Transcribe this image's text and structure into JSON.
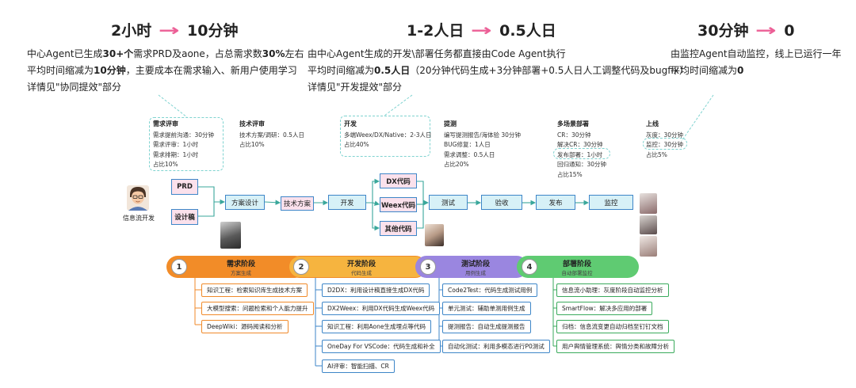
{
  "headers": {
    "h1": {
      "from": "2小时",
      "to": "10分钟"
    },
    "h2": {
      "from": "1-2人日",
      "to": "0.5人日"
    },
    "h3": {
      "from": "30分钟",
      "to": "0"
    }
  },
  "descriptions": {
    "d1": {
      "l1a": "中心Agent已生成",
      "l1b": "30+个",
      "l1c": "需求PRD及aone，占总需求数",
      "l1d": "30%",
      "l1e": "左右",
      "l2a": "平均时间缩减为",
      "l2b": "10分钟",
      "l2c": "，主要成本在需求输入、新用户使用学习",
      "l3": "详情见\"协同提效\"部分"
    },
    "d2": {
      "l1": "由中心Agent生成的开发\\部署任务都直接由Code Agent执行",
      "l2a": "平均时间缩减为",
      "l2b": "0.5人日",
      "l2c": "（20分钟代码生成+3分钟部署+0.5人日人工调整代码及bugfix）",
      "l3": "详情见\"开发提效\"部分"
    },
    "d3": {
      "l1": "由监控Agent自动监控，线上已运行一年",
      "l2a": "平均时间缩减为",
      "l2b": "0"
    }
  },
  "callouts": {
    "req": {
      "title": "需求评审",
      "lines": [
        "需求提前沟通：30分钟",
        "需求评审：1小时",
        "需求排期：1小时",
        "占比10%"
      ]
    },
    "tech": {
      "title": "技术评审",
      "lines": [
        "技术方案/调研：0.5人日",
        "占比10%"
      ]
    },
    "dev": {
      "title": "开发",
      "lines": [
        "多端Weex/DX/Native：2-3人日",
        "占比40%"
      ]
    },
    "test": {
      "title": "提测",
      "lines": [
        "编写提测报告/海体验 30分钟",
        "BUG修复：1人日",
        "需求调整：0.5人日",
        "占比20%"
      ]
    },
    "deploy": {
      "title": "多场景部署",
      "lines": [
        "CR：30分钟",
        "解决CR：30分钟",
        "发布部署：1小时",
        "回归通知：30分钟",
        "占比15%"
      ]
    },
    "online": {
      "title": "上线",
      "lines": [
        "灰度：30分钟",
        "监控：30分钟",
        "占比5%"
      ]
    }
  },
  "flow": {
    "avatar_label": "信息流开发",
    "prd": "PRD",
    "design": "设计稿",
    "solution_design": "方案设计",
    "tech_plan": "技术方案",
    "develop": "开发",
    "dx_code": "DX代码",
    "weex_code": "Weex代码",
    "other_code": "其他代码",
    "test": "测试",
    "accept": "验收",
    "release": "发布",
    "monitor": "监控"
  },
  "phases": [
    {
      "num": "1",
      "title": "需求阶段",
      "sub": "方案生成",
      "items": [
        "知识工程：检索知识库生成技术方案",
        "大模型搜索：问题检索和个人能力提升",
        "DeepWiki：源码阅读和分析"
      ]
    },
    {
      "num": "2",
      "title": "开发阶段",
      "sub": "代码生成",
      "items": [
        "D2DX：利用设计稿直接生成DX代码",
        "DX2Weex：利用DX代码生成Weex代码",
        "知识工程：利用Aone生成埋点等代码",
        "OneDay For VSCode：代码生成和补全",
        "AI评审：智能扫描、CR"
      ]
    },
    {
      "num": "3",
      "title": "测试阶段",
      "sub": "用例生成",
      "items": [
        "Code2Test：代码生成测试用例",
        "单元测试：辅助单测用例生成",
        "提测报告：自动生成提测报告",
        "自动化测试：利用多模态进行P0测试"
      ]
    },
    {
      "num": "4",
      "title": "部署阶段",
      "sub": "自动部署监控",
      "items": [
        "信息流小助理：灰度阶段自动监控分析",
        "SmartFlow：解决多应用的部署",
        "归档：信息流变更自动归档至钉钉文档",
        "用户舆情管理系统：舆情分类和故障分析"
      ]
    }
  ],
  "colors": {
    "arrow_pink": "#ec5f96",
    "phase1": "#f28c28",
    "phase2": "#f6b43f",
    "phase3": "#9a86e0",
    "phase4": "#5fcb72",
    "flow_border": "#3e86c8",
    "pink_fill": "#fbe1ec",
    "blue_fill": "#d7f1f7",
    "dashed": "#7fd3d0"
  },
  "icons": {
    "avatar": "developer-avatar-icon",
    "arrow": "right-arrow-icon"
  }
}
